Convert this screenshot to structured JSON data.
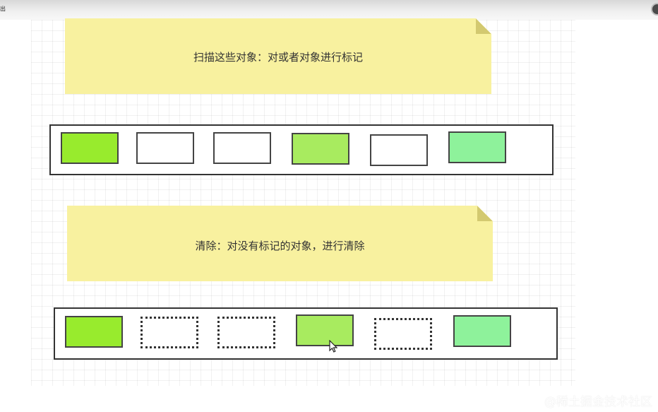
{
  "top_bar": {
    "left_label": "出"
  },
  "notes": [
    {
      "text": "扫描这些对象：对或者对象进行标记",
      "fill": "#f8f19f"
    },
    {
      "text": "清除：对没有标记的对象，进行清除",
      "fill": "#f8f19f"
    }
  ],
  "strips": [
    {
      "cells": [
        {
          "state": "marked",
          "fill": "#98eb2d"
        },
        {
          "state": "unmarked",
          "fill": "#ffffff"
        },
        {
          "state": "unmarked",
          "fill": "#ffffff"
        },
        {
          "state": "marked",
          "fill": "#a8eb5f"
        },
        {
          "state": "unmarked",
          "fill": "#ffffff"
        },
        {
          "state": "marked",
          "fill": "#8ef29b"
        }
      ]
    },
    {
      "cells": [
        {
          "state": "kept",
          "fill": "#98eb2d"
        },
        {
          "state": "removed",
          "fill": "#ffffff"
        },
        {
          "state": "removed",
          "fill": "#ffffff"
        },
        {
          "state": "kept",
          "fill": "#a8eb5f"
        },
        {
          "state": "removed",
          "fill": "#ffffff"
        },
        {
          "state": "kept",
          "fill": "#8ef29b"
        }
      ]
    }
  ],
  "watermark": "@稀土掘金技术社区"
}
